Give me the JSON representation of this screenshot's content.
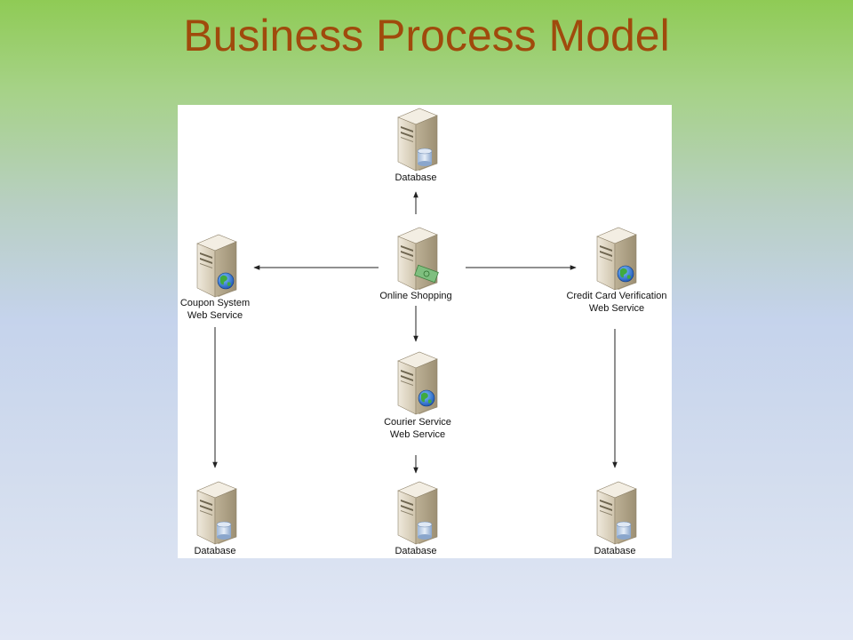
{
  "slide": {
    "title": "Business Process Model"
  },
  "diagram": {
    "nodes": {
      "db_top": {
        "line1": "Database",
        "icon": "server-database-icon"
      },
      "coupon": {
        "line1": "Coupon System",
        "line2": "Web Service",
        "icon": "server-globe-icon"
      },
      "online": {
        "line1": "Online Shopping",
        "icon": "server-money-icon"
      },
      "credit": {
        "line1": "Credit Card Verification",
        "line2": "Web Service",
        "icon": "server-globe-icon"
      },
      "courier": {
        "line1": "Courier Service",
        "line2": "Web Service",
        "icon": "server-globe-icon"
      },
      "db_left": {
        "line1": "Database",
        "icon": "server-database-icon"
      },
      "db_mid": {
        "line1": "Database",
        "icon": "server-database-icon"
      },
      "db_right": {
        "line1": "Database",
        "icon": "server-database-icon"
      }
    },
    "edges": [
      {
        "from": "Online Shopping",
        "to": "Database"
      },
      {
        "from": "Online Shopping",
        "to": "Coupon System Web Service"
      },
      {
        "from": "Online Shopping",
        "to": "Credit Card Verification Web Service"
      },
      {
        "from": "Online Shopping",
        "to": "Courier Service Web Service"
      },
      {
        "from": "Coupon System Web Service",
        "to": "Database"
      },
      {
        "from": "Courier Service Web Service",
        "to": "Database"
      },
      {
        "from": "Credit Card Verification Web Service",
        "to": "Database"
      }
    ],
    "colors": {
      "title": "#a04a0c",
      "server_body": "#d9d0bc",
      "arrow": "#222222"
    }
  }
}
